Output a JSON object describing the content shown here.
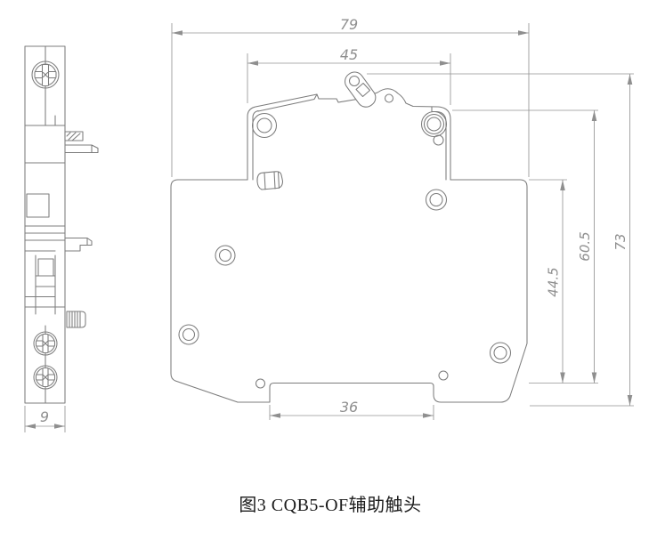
{
  "figure": {
    "caption": "图3 CQB5-OF辅助触头"
  },
  "dimensions": {
    "overall_width": "79",
    "upper_width": "45",
    "notch_width": "36",
    "side_width": "9",
    "overall_height": "73",
    "step_height": "60.5",
    "body_height": "44.5"
  },
  "style": {
    "line_color": "#7c7c7c",
    "dimension_color": "#949494",
    "dimension_text_color": "#8f8f8f",
    "caption_color": "#1c1c1c",
    "background": "#ffffff"
  }
}
